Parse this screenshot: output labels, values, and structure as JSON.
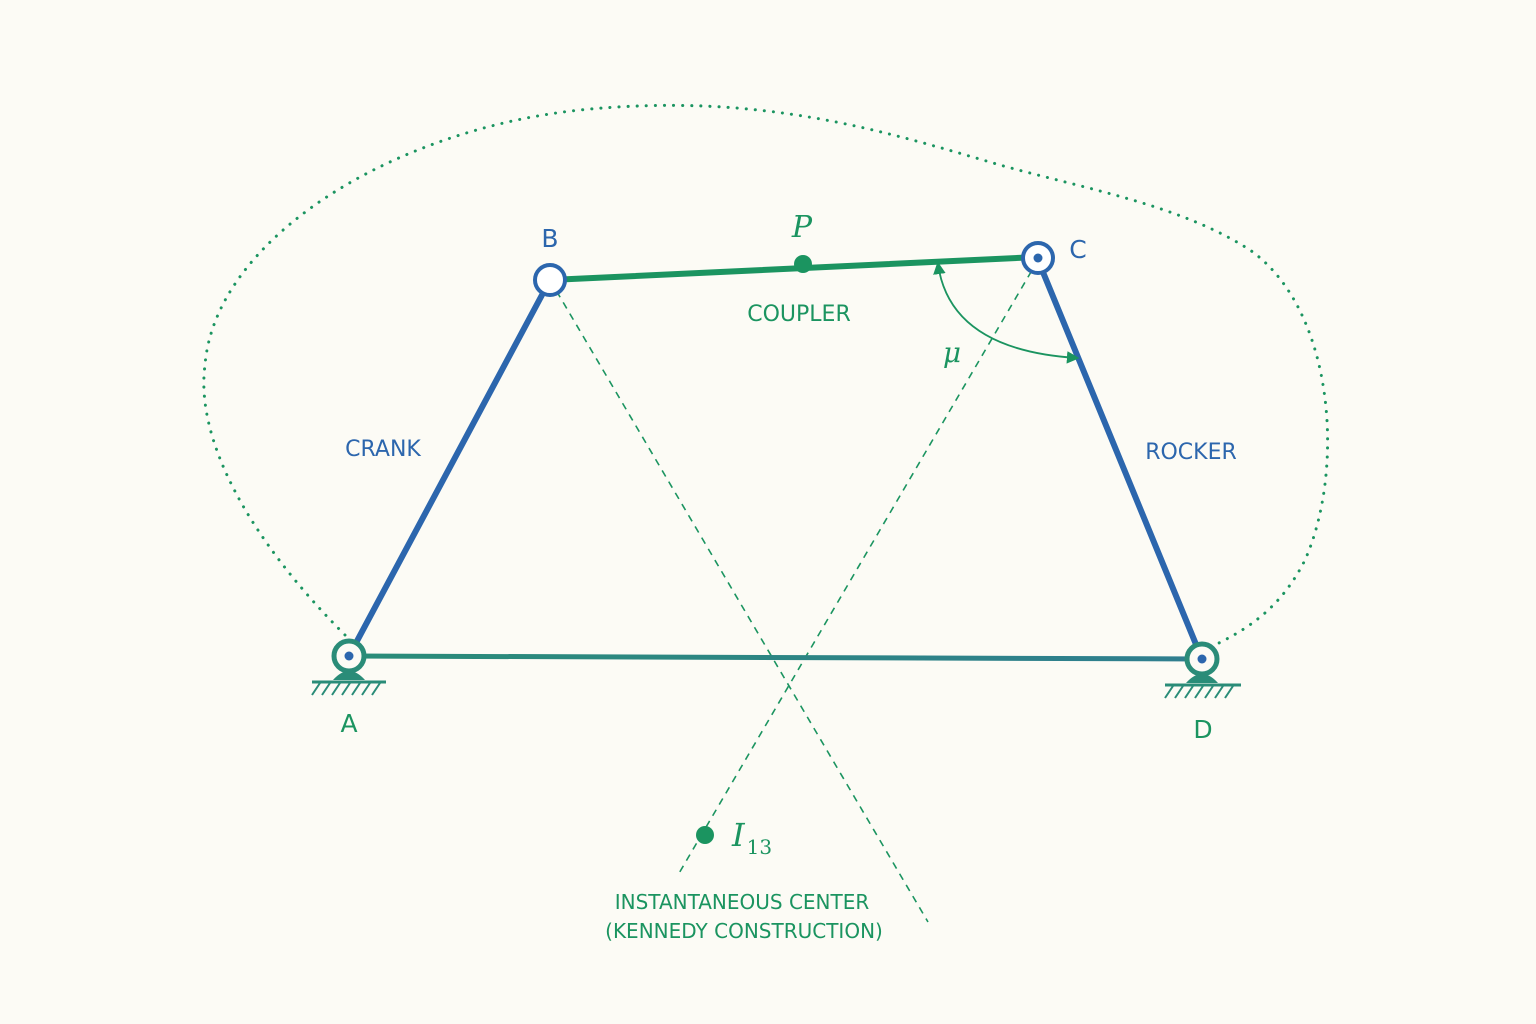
{
  "joints": {
    "a": "A",
    "b": "B",
    "c": "C",
    "d": "D"
  },
  "links": {
    "crank": "CRANK",
    "coupler": "COUPLER",
    "rocker": "ROCKER"
  },
  "points": {
    "coupler_point": "P",
    "instant_center": "I",
    "instant_center_sub": "13",
    "transmission_angle": "μ"
  },
  "annotation": {
    "line1": "INSTANTANEOUS CENTER",
    "line2": "(KENNEDY CONSTRUCTION)"
  },
  "colors": {
    "link_blue": "#2c66ad",
    "link_green": "#1b9460",
    "ground": "#2a8c78",
    "background": "#fcfbf5"
  }
}
